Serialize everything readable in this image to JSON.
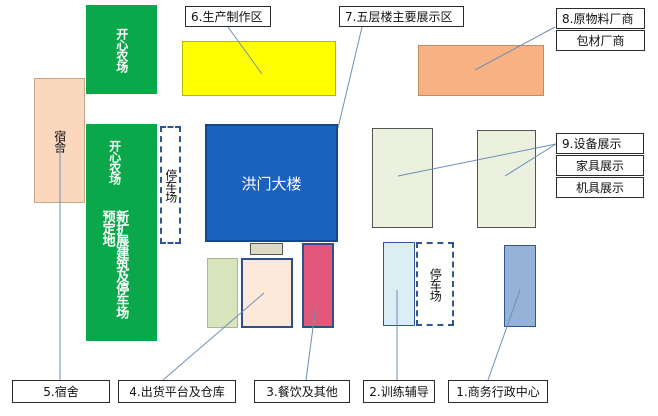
{
  "map": {
    "farm_top": "开心农场",
    "farm_bottom": "开心农场",
    "expansion": "新扩展建筑及停车场预定地",
    "dorm": "宿舍",
    "parking_left": "停车场",
    "parking_right": "停车场",
    "hongmen": "洪门大楼"
  },
  "labels": {
    "production": "6.生产制作区",
    "exhibition": "7.五层楼主要展示区",
    "materials": "8.原物料厂商",
    "packaging": "包材厂商",
    "equipment": "9.设备展示",
    "furniture": "家具展示",
    "machinery": "机具展示",
    "dormitory": "5.宿舍",
    "shipping": "4.出货平台及仓库",
    "dining": "3.餐饮及其他",
    "training": "2.训练辅导",
    "admin": "1.商务行政中心"
  },
  "colors": {
    "green": "#0aa84a",
    "yellow": "#ffff00",
    "orange": "#f7b183",
    "dorm": "#fad7bd",
    "blue": "#1b62be",
    "light_green": "#ebf1de",
    "pale_green": "#d7e4bc",
    "peach": "#fde9d9",
    "pink": "#e2587a",
    "light_blue": "#dbeef4",
    "steel_blue": "#95b3d7",
    "tan": "#ddd9c3",
    "leader": "#6f8fb8"
  }
}
